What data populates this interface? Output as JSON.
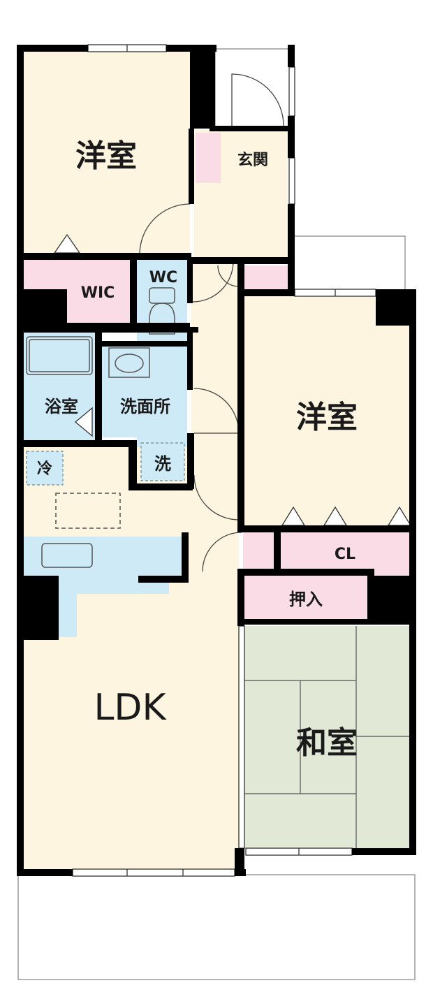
{
  "rooms": {
    "western_room_1": "洋室",
    "entrance": "玄関",
    "wic": "WIC",
    "wc": "WC",
    "bathroom": "浴室",
    "washroom": "洗面所",
    "western_room_2": "洋室",
    "fridge": "冷",
    "washer": "洗",
    "closet": "CL",
    "oshiire": "押入",
    "ldk": "LDK",
    "japanese_room": "和室"
  },
  "colors": {
    "floor": "#fdf5e0",
    "storage": "#fadce6",
    "wet": "#cfeaf7",
    "tatami": "#e1e8d6",
    "wall": "#000000"
  }
}
